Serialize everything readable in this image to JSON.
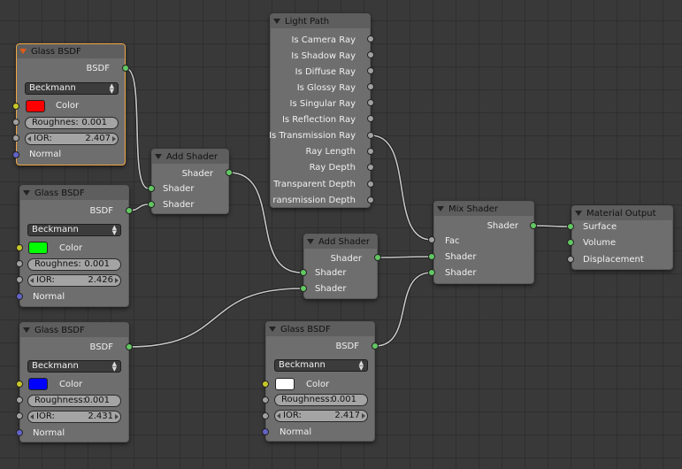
{
  "nodes": {
    "glass_red": {
      "title": "Glass BSDF",
      "output": "BSDF",
      "distribution": "Beckmann",
      "color_label": "Color",
      "color": "#ff0000",
      "roughness_label": "Roughnes:",
      "roughness": "0.001",
      "ior_label": "IOR:",
      "ior": "2.407",
      "normal_label": "Normal"
    },
    "glass_green": {
      "title": "Glass BSDF",
      "output": "BSDF",
      "distribution": "Beckmann",
      "color_label": "Color",
      "color": "#00ff00",
      "roughness_label": "Roughnes:",
      "roughness": "0.001",
      "ior_label": "IOR:",
      "ior": "2.426",
      "normal_label": "Normal"
    },
    "glass_blue": {
      "title": "Glass BSDF",
      "output": "BSDF",
      "distribution": "Beckmann",
      "color_label": "Color",
      "color": "#0000ff",
      "roughness_label": "Roughness:",
      "roughness": "0.001",
      "ior_label": "IOR:",
      "ior": "2.431",
      "normal_label": "Normal"
    },
    "glass_white": {
      "title": "Glass BSDF",
      "output": "BSDF",
      "distribution": "Beckmann",
      "color_label": "Color",
      "color": "#ffffff",
      "roughness_label": "Roughness:",
      "roughness": "0.001",
      "ior_label": "IOR:",
      "ior": "2.417",
      "normal_label": "Normal"
    },
    "add_shader_1": {
      "title": "Add Shader",
      "output": "Shader",
      "input1": "Shader",
      "input2": "Shader"
    },
    "add_shader_2": {
      "title": "Add Shader",
      "output": "Shader",
      "input1": "Shader",
      "input2": "Shader"
    },
    "light_path": {
      "title": "Light Path",
      "outputs": [
        "Is Camera Ray",
        "Is Shadow Ray",
        "Is Diffuse Ray",
        "Is Glossy Ray",
        "Is Singular Ray",
        "Is Reflection Ray",
        "Is Transmission Ray",
        "Ray Length",
        "Ray Depth",
        "Transparent Depth",
        "ransmission Depth"
      ]
    },
    "mix_shader": {
      "title": "Mix Shader",
      "output": "Shader",
      "input_fac": "Fac",
      "input1": "Shader",
      "input2": "Shader"
    },
    "material_output": {
      "title": "Material Output",
      "input_surface": "Surface",
      "input_volume": "Volume",
      "input_displacement": "Displacement"
    }
  },
  "colors": {
    "link": "#c8c8c8",
    "socket_shader": "#63c763",
    "socket_value": "#a1a1a1",
    "socket_color": "#c7c729",
    "socket_vector": "#6363c7",
    "selected_border": "#f1a641"
  }
}
